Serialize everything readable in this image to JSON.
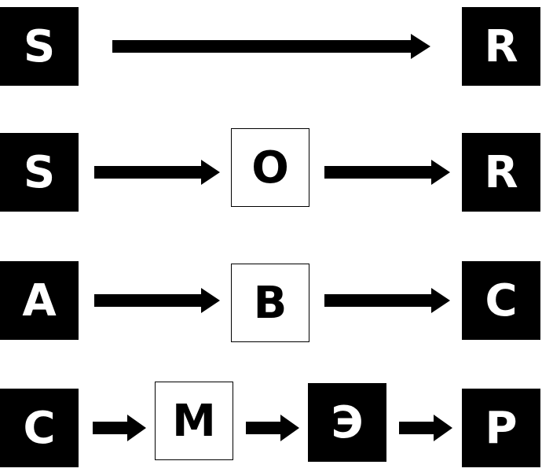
{
  "diagram": {
    "rows": [
      {
        "boxes": [
          {
            "label": "S",
            "style": "filled"
          },
          {
            "label": "R",
            "style": "filled"
          }
        ]
      },
      {
        "boxes": [
          {
            "label": "S",
            "style": "filled"
          },
          {
            "label": "O",
            "style": "outlined"
          },
          {
            "label": "R",
            "style": "filled"
          }
        ]
      },
      {
        "boxes": [
          {
            "label": "A",
            "style": "filled"
          },
          {
            "label": "B",
            "style": "outlined"
          },
          {
            "label": "C",
            "style": "filled"
          }
        ]
      },
      {
        "boxes": [
          {
            "label": "C",
            "style": "filled"
          },
          {
            "label": "M",
            "style": "outlined"
          },
          {
            "label": "Э",
            "style": "filled"
          },
          {
            "label": "P",
            "style": "filled"
          }
        ]
      }
    ]
  }
}
